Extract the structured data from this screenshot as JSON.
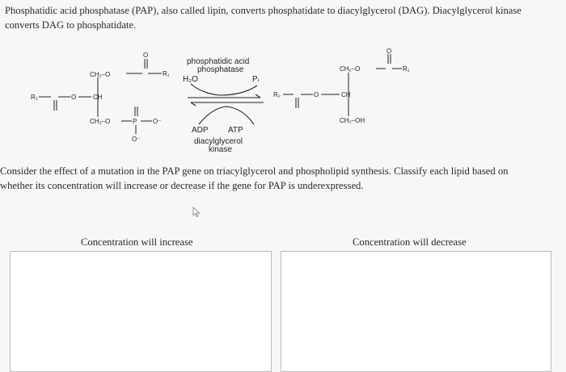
{
  "intro": {
    "line1": "Phosphatidic acid phosphatase (PAP), also called lipin, converts phosphatidate to diacylglycerol (DAG). Diacylglycerol kinase",
    "line2": "converts DAG to phosphatidate."
  },
  "diagram": {
    "pap_label_line1": "phosphatidic acid",
    "pap_label_line2": "phosphatase",
    "water": "H₂O",
    "pi": "Pᵢ",
    "adp": "ADP",
    "atp": "ATP",
    "dgk_label_line1": "diacylglycerol",
    "dgk_label_line2": "kinase",
    "left_molecule": {
      "top_group": "CH₂–O",
      "r1": "R₁",
      "r2": "R₂",
      "ch": "CH",
      "bottom_group": "CH₂–O",
      "p": "P",
      "o_minus_right": "O⁻",
      "o_minus_bottom": "O⁻",
      "o_top": "O",
      "o_left": "O"
    },
    "right_molecule": {
      "top_group": "CH₂–O",
      "r1": "R₁",
      "r2": "R₂",
      "ch": "CH",
      "bottom_group": "CH₂–OH",
      "o_top": "O",
      "o_left": "O"
    }
  },
  "question": {
    "line1": "Consider the effect of a mutation in the PAP gene on triacylglycerol and phospholipid synthesis. Classify each lipid based on",
    "line2": "whether its concentration will increase or decrease if the gene for PAP is underexpressed."
  },
  "columns": {
    "increase_label": "Concentration will increase",
    "decrease_label": "Concentration will decrease"
  },
  "icons": {
    "cursor": "mouse-pointer-icon"
  }
}
